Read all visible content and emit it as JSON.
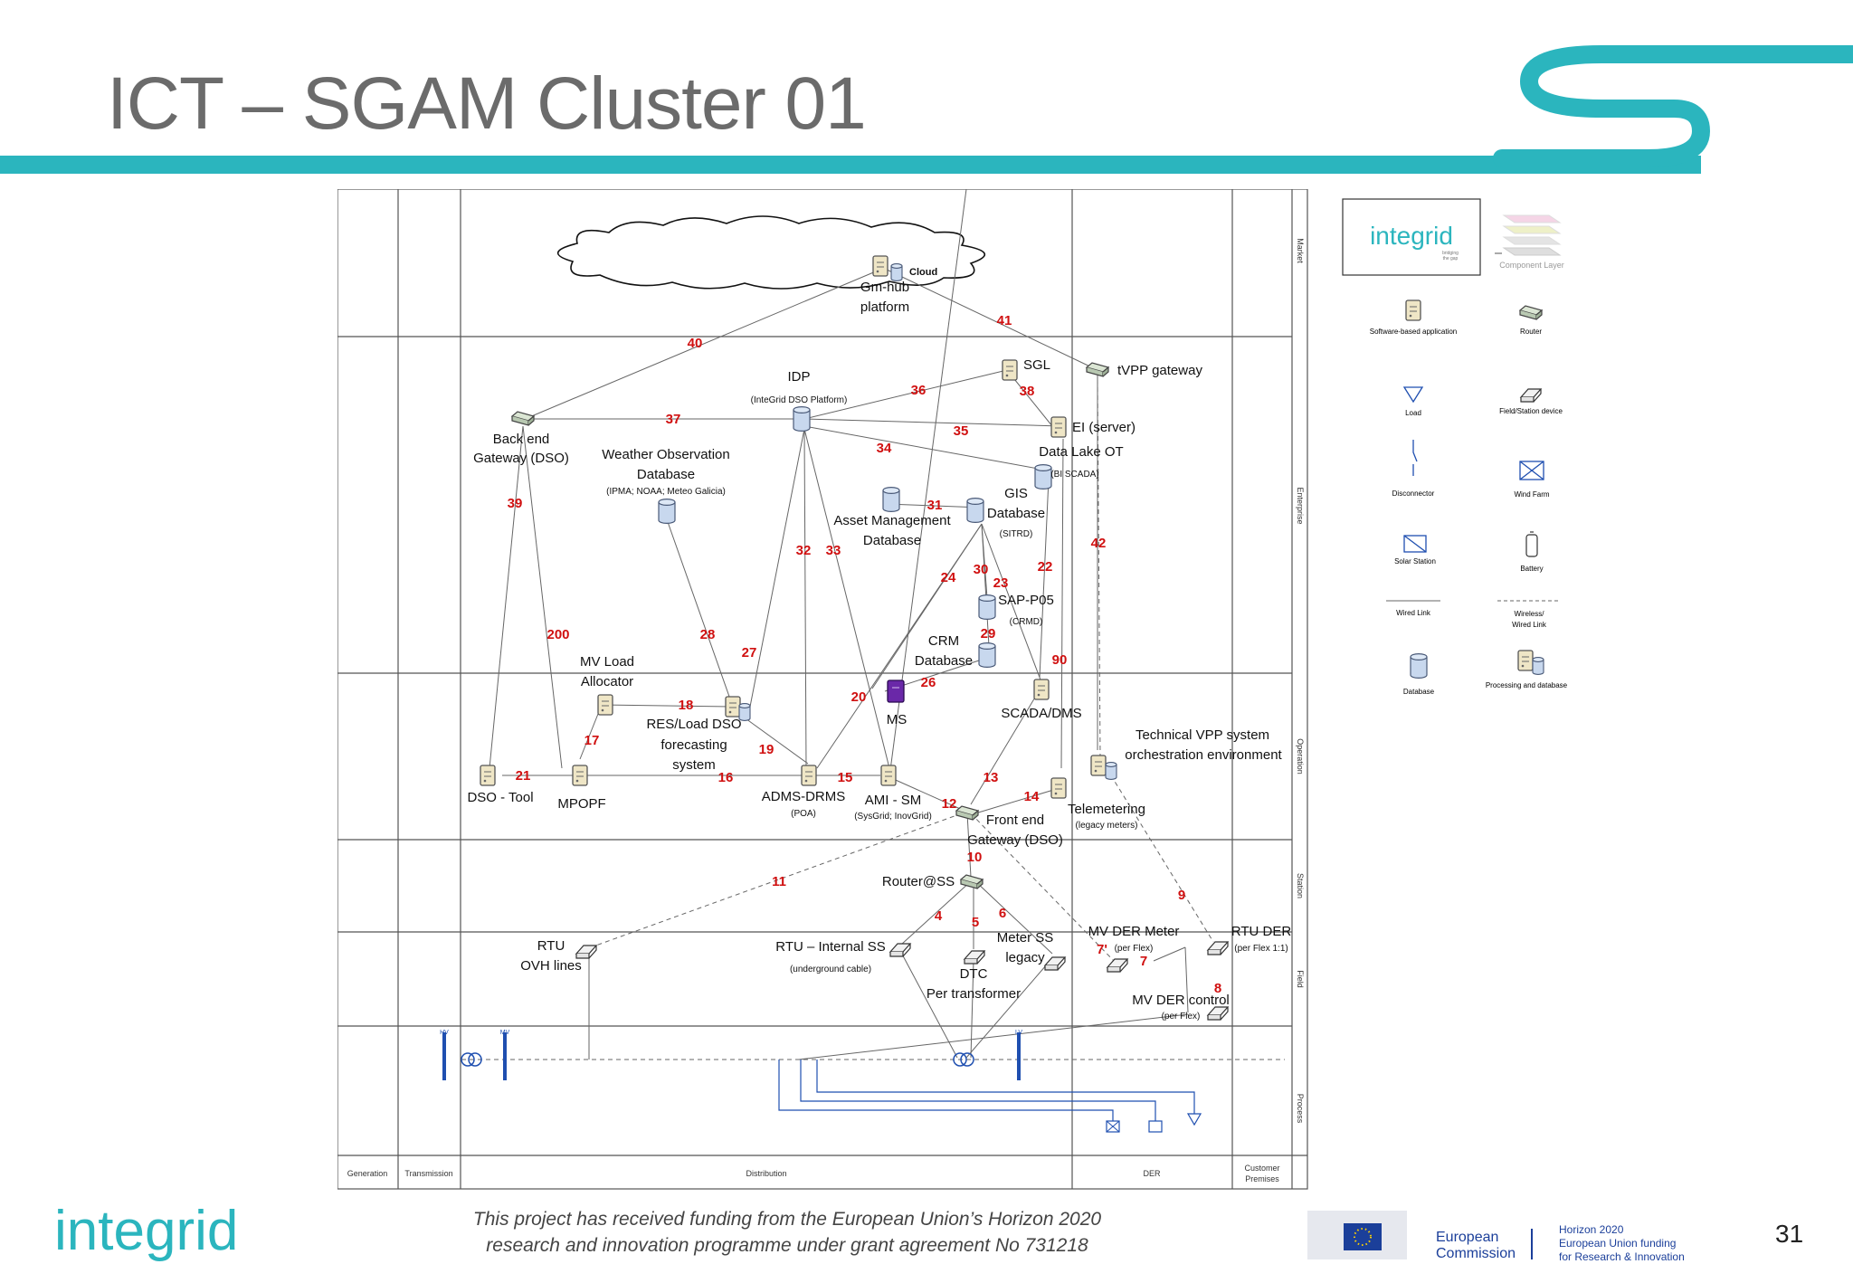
{
  "slide": {
    "title": "ICT – SGAM Cluster 01",
    "page_number": "31",
    "funding_line1": "This project has received funding from the European Union’s Horizon 2020",
    "funding_line2": "research and innovation programme under grant agreement No 731218",
    "brand_logo": "integrid",
    "eu": {
      "commission_line1": "European",
      "commission_line2": "Commission",
      "program_line1": "Horizon 2020",
      "program_line2": "European Union funding",
      "program_line3": "for Research & Innovation"
    }
  },
  "colors": {
    "teal": "#2bb5be",
    "title_gray": "#6b6b6b",
    "number_red": "#d01010",
    "process_blue": "#1f4fb0",
    "db_fill": "#c8d8ee"
  },
  "zones": {
    "market": "Market",
    "enterprise": "Enterprise",
    "operation": "Operation",
    "station": "Station",
    "field": "Field",
    "process": "Process"
  },
  "domains": {
    "generation": "Generation",
    "transmission": "Transmission",
    "distribution": "Distribution",
    "der": "DER",
    "customer_line1": "Customer",
    "customer_line2": "Premises"
  },
  "nodes": {
    "cloud": "Cloud",
    "gmhub_line1": "Gm-hub",
    "gmhub_line2": "platform",
    "idp": "IDP",
    "idp_sub": "(InteGrid DSO Platform)",
    "sgl": "SGL",
    "tvpp": "tVPP gateway",
    "ei": "EI (server)",
    "datalake": "Data Lake OT",
    "datalake_sub": "(BI SCADA)",
    "backend_line1": "Back end",
    "backend_line2": "Gateway (DSO)",
    "weather_line1": "Weather Observation",
    "weather_line2": "Database",
    "weather_sub": "(IPMA; NOAA; Meteo Galicia)",
    "asset_line1": "Asset Management",
    "asset_line2": "Database",
    "gis_line1": "GIS",
    "gis_line2": "Database",
    "gis_sub": "(SITRD)",
    "sap": "SAP-P05",
    "sap_sub": "(CRMD)",
    "crm_line1": "CRM",
    "crm_line2": "Database",
    "mvload_line1": "MV Load",
    "mvload_line2": "Allocator",
    "resload_line1": "RES/Load DSO",
    "resload_line2": "forecasting",
    "resload_line3": "system",
    "ms": "MS",
    "scada": "SCADA/DMS",
    "tvps_line1": "Technical VPP system",
    "tvps_line2": "orchestration environment",
    "dsotool": "DSO - Tool",
    "mpopf": "MPOPF",
    "adms": "ADMS-DRMS",
    "adms_sub": "(POA)",
    "amism": "AMI - SM",
    "amism_sub": "(SysGrid; InovGrid)",
    "frontend_line1": "Front end",
    "frontend_line2": "Gateway (DSO)",
    "telemetering": "Telemetering",
    "telemetering_sub": "(legacy meters)",
    "routerss": "Router@SS",
    "rtuovh_line1": "RTU",
    "rtuovh_line2": "OVH lines",
    "rtuinternal": "RTU – Internal SS",
    "rtuinternal_sub": "(underground cable)",
    "meterss_line1": "Meter SS",
    "meterss_line2": "legacy",
    "dtc_line1": "DTC",
    "dtc_line2": "Per transformer",
    "mvdermeter": "MV DER Meter",
    "mvdermeter_sub": "(per Flex)",
    "rtuder": "RTU DER",
    "rtuder_sub": "(per Flex 1:1)",
    "mvdercontrol": "MV DER control",
    "mvdercontrol_sub": "(per Flex)",
    "hv": "HV",
    "mv": "MV",
    "lv": "LV"
  },
  "links": {
    "l40": "40",
    "l41": "41",
    "l36": "36",
    "l38": "38",
    "l37": "37",
    "l35": "35",
    "l34": "34",
    "l39": "39",
    "l31": "31",
    "l32": "32",
    "l33": "33",
    "l42": "42",
    "l24": "24",
    "l30": "30",
    "l23": "23",
    "l22": "22",
    "l29": "29",
    "l200": "200",
    "l28": "28",
    "l27": "27",
    "l90": "90",
    "l26": "26",
    "l20": "20",
    "l18": "18",
    "l17": "17",
    "l19": "19",
    "l21": "21",
    "l16": "16",
    "l15": "15",
    "l13": "13",
    "l14": "14",
    "l12": "12",
    "l10": "10",
    "l11": "11",
    "l9": "9",
    "l4": "4",
    "l5": "5",
    "l6": "6",
    "l7p": "7'",
    "l7": "7",
    "l8": "8"
  },
  "legend": {
    "logo_text": "integrid",
    "logo_sub1": "bridging",
    "logo_sub2": "the gap",
    "component_layer": "Component Layer",
    "software_app": "Software-based application",
    "router": "Router",
    "load": "Load",
    "field_device": "Field/Station device",
    "disconnector": "Disconnector",
    "wind_farm": "Wind Farm",
    "solar_station": "Solar Station",
    "battery": "Battery",
    "wired_link": "Wired Link",
    "wireless_line1": "Wireless/",
    "wireless_line2": "Wired Link",
    "database": "Database",
    "processing_db": "Processing and database"
  }
}
